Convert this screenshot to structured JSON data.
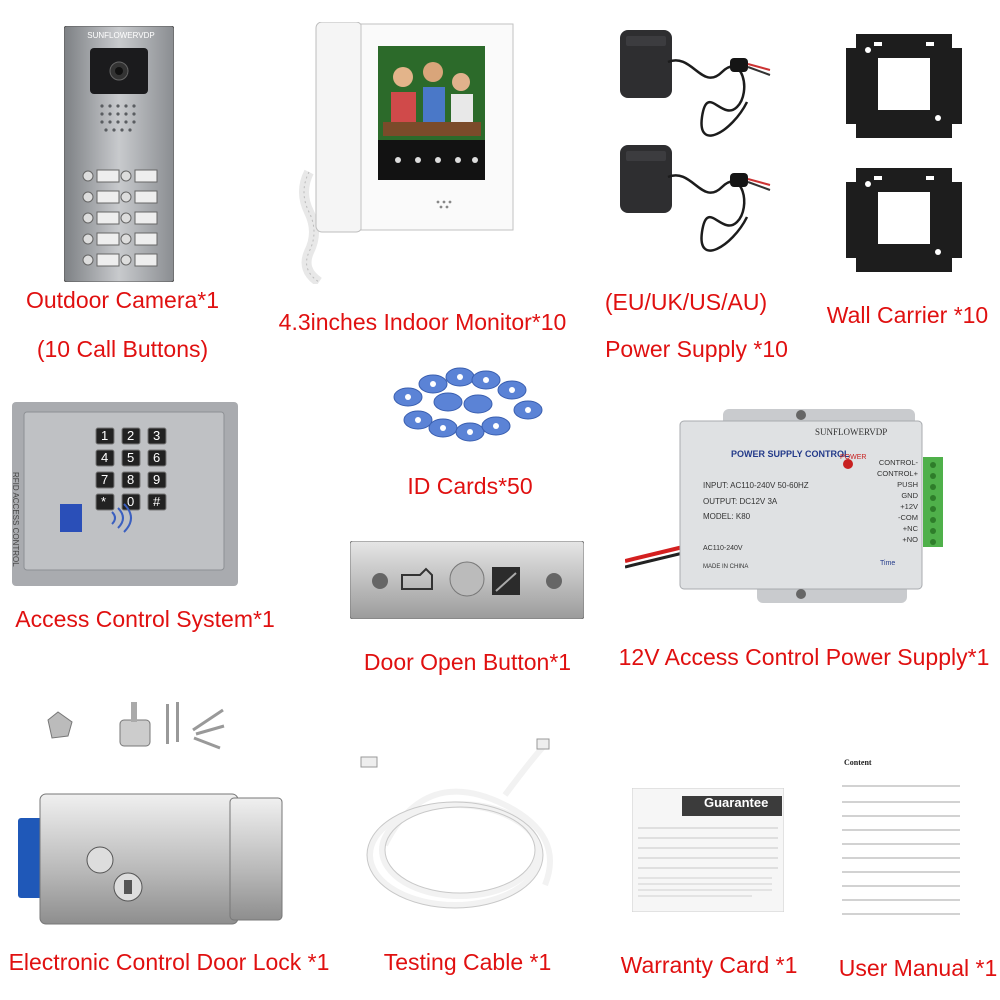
{
  "outdoor_camera": {
    "brand": "SUNFLOWERVDP",
    "caption_line1": "Outdoor Camera*1",
    "caption_line2": "(10 Call Buttons)"
  },
  "indoor_monitor": {
    "caption": "4.3inches Indoor Monitor*10"
  },
  "power_adapter": {
    "caption_line1": "(EU/UK/US/AU)",
    "caption_line2": "Power Supply *10"
  },
  "wall_carrier": {
    "caption": "Wall Carrier *10"
  },
  "access_control": {
    "caption": "Access Control System*1",
    "keys": [
      "1",
      "2",
      "3",
      "4",
      "5",
      "6",
      "7",
      "8",
      "9",
      "*",
      "0",
      "#"
    ],
    "panel_text": "RFID ACCESS CONTROL"
  },
  "id_cards": {
    "caption": "ID Cards*50"
  },
  "door_button": {
    "caption": "Door Open Button*1"
  },
  "psu": {
    "brand": "SUNFLOWERVDP",
    "title": "POWER SUPPLY CONTROL",
    "power_label": "POWER",
    "spec_input": "INPUT: AC110-240V  50-60HZ",
    "spec_output": "OUTPUT: DC12V  3A",
    "spec_model": "MODEL: K80",
    "ac_label": "AC110-240V",
    "made_in": "MADE IN CHINA",
    "time_label": "Time",
    "terminals": [
      "CONTROL-",
      "CONTROL+",
      "PUSH",
      "GND",
      "+12V",
      "-COM",
      "+NC",
      "+NO"
    ],
    "caption": "12V Access Control Power Supply*1"
  },
  "door_lock": {
    "caption": "Electronic Control Door Lock *1"
  },
  "cable": {
    "caption": "Testing Cable *1"
  },
  "warranty": {
    "title": "Guarantee",
    "caption": "Warranty Card *1"
  },
  "manual": {
    "heading": "Content",
    "caption": "User Manual *1"
  }
}
